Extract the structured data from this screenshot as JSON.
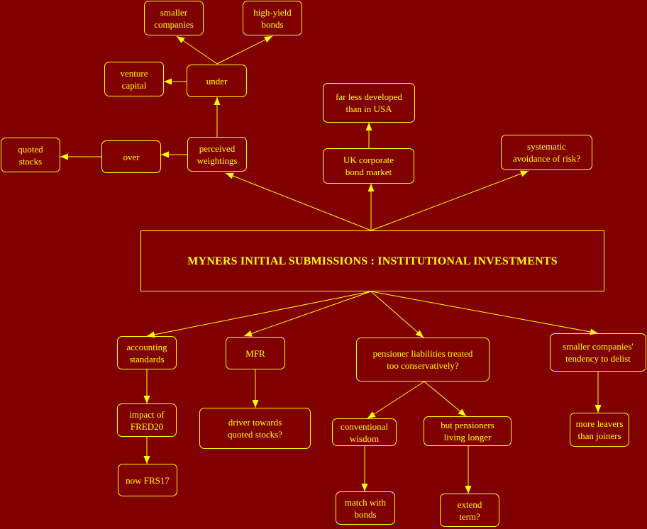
{
  "diagram": {
    "colors": {
      "background": "#800000",
      "ink": "#ffff00"
    },
    "title": "MYNERS INITIAL SUBMISSIONS : INSTITUTIONAL INVESTMENTS",
    "nodes": {
      "central": "MYNERS INITIAL SUBMISSIONS : INSTITUTIONAL INVESTMENTS",
      "perceived_weightings": "perceived\nweightings",
      "under": "under",
      "over": "over",
      "smaller_companies": "smaller\ncompanies",
      "high_yield_bonds": "high-yield\nbonds",
      "venture_capital": "venture\ncapital",
      "quoted_stocks": "quoted\nstocks",
      "uk_corporate_bond_market": "UK corporate\nbond market",
      "far_less_developed": "far less developed\nthan in USA",
      "systematic_avoidance": "systematic\navoidance of risk?",
      "accounting_standards": "accounting\nstandards",
      "impact_fred20": "impact of\nFRED20",
      "now_frs17": "now FRS17",
      "mfr": "MFR",
      "driver_towards_quoted": "driver towards\nquoted stocks?",
      "pensioner_liabilities": "pensioner liabilities treated\ntoo conservatively?",
      "conventional_wisdom": "conventional\nwisdom",
      "match_with_bonds": "match with\nbonds",
      "pensioners_living_longer": "but pensioners\nliving longer",
      "extend_term": "extend\nterm?",
      "smaller_companies_delist": "smaller companies'\ntendency to delist",
      "more_leavers": "more leavers\nthan joiners"
    }
  }
}
